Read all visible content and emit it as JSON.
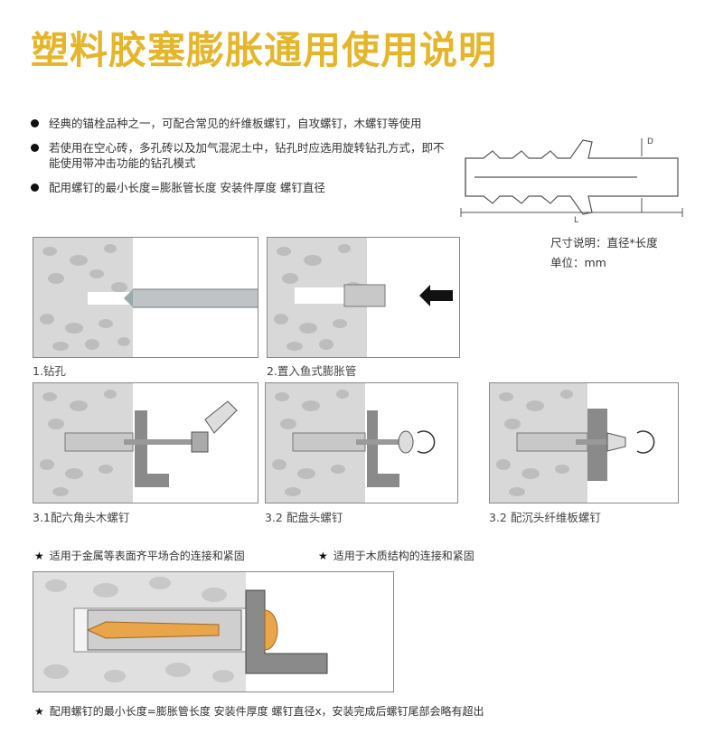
{
  "title": "塑料胶塞膨胀通用使用说明",
  "bullets": [
    "经典的锚栓品种之一，可配合常见的纤维板螺钉，自攻螺钉，木螺钉等使用",
    "若使用在空心砖，多孔砖以及加气混泥土中，钻孔时应选用旋转钻孔方式，即不能使用带冲击功能的钻孔模式",
    "配用螺钉的最小长度=膨胀管长度 安装件厚度 螺钉直径"
  ],
  "diagram": {
    "label_d": "D",
    "label_l": "L"
  },
  "spec": {
    "size_note": "尺寸说明：直径*长度",
    "unit": "单位：mm"
  },
  "steps": [
    {
      "caption": "1.钻孔"
    },
    {
      "caption": "2.置入鱼式膨胀管"
    },
    {
      "caption": "3.1配六角头木螺钉"
    },
    {
      "caption": "3.2 配盘头螺钉"
    },
    {
      "caption": "3.2 配沉头纤维板螺钉"
    }
  ],
  "notes": {
    "metal": "适用于金属等表面齐平场合的连接和紧固",
    "wood": "适用于木质结构的连接和紧固",
    "bottom": "配用螺钉的最小长度=膨胀管长度 安装件厚度 螺钉直径x，安装完成后螺钉尾部会略有超出"
  },
  "colors": {
    "title": "#e5b52a",
    "wall": "#d9d9d9",
    "anchor": "#c8c8c8",
    "orange": "#e8a54a"
  }
}
